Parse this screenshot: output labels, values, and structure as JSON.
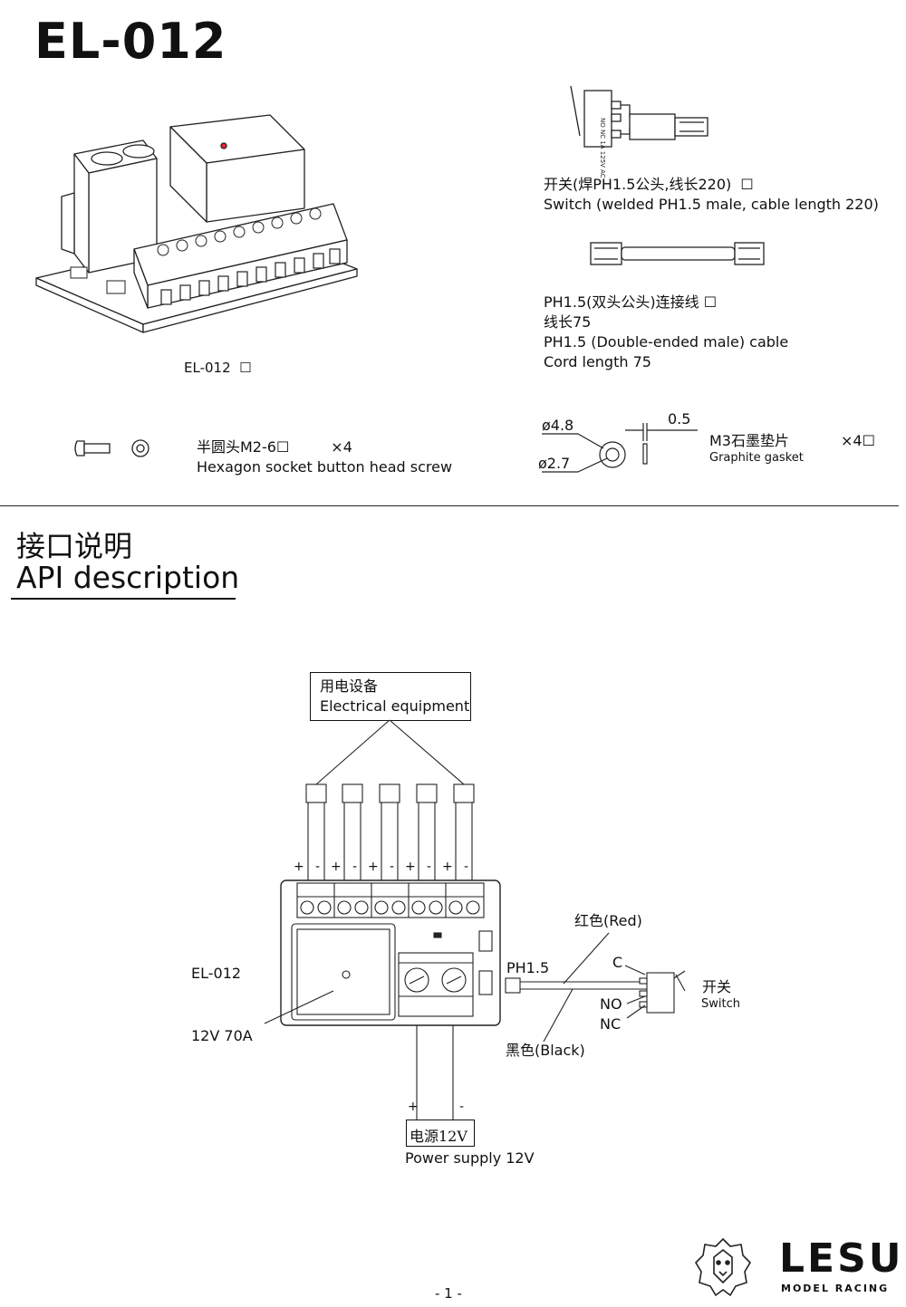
{
  "header": {
    "model_title": "EL-012"
  },
  "parts": {
    "module_label": "EL-012",
    "module_checkbox": "☐",
    "switch_cn": "开关(焊PH1.5公头,线长220)",
    "switch_checkbox": "☐",
    "switch_en": "Switch (welded PH1.5 male, cable length 220)",
    "cable_cn": "PH1.5(双头公头)连接线",
    "cable_checkbox": "☐",
    "cable_len_cn": "线长75",
    "cable_en": "PH1.5 (Double-ended male) cable",
    "cable_len_en": "Cord length 75",
    "screw_cn": "半圆头M2-6☐",
    "screw_qty": "×4",
    "screw_en": "Hexagon socket button head screw",
    "gasket_dim_outer": "ø4.8",
    "gasket_dim_inner": "ø2.7",
    "gasket_thickness": "0.5",
    "gasket_cn": "M3石墨垫片",
    "gasket_qty": "×4☐",
    "gasket_en": "Graphite gasket"
  },
  "section": {
    "title_cn": "接口说明",
    "title_en": "API description"
  },
  "diagram": {
    "equipment_cn": "用电设备",
    "equipment_en": "Electrical equipment",
    "terminal_polarity": [
      "+",
      "-",
      "+",
      "-",
      "+",
      "-",
      "+",
      "-",
      "+",
      "-"
    ],
    "module_label": "EL-012",
    "relay_label": "12V 70A",
    "connector_label": "PH1.5",
    "wire_red": "红色(Red)",
    "wire_black": "黑色(Black)",
    "pin_c": "C",
    "pin_no": "NO",
    "pin_nc": "NC",
    "switch_cn": "开关",
    "switch_en": "Switch",
    "power_plus": "+",
    "power_minus": "-",
    "power_cn": "电源12V",
    "power_en": "Power supply 12V"
  },
  "footer": {
    "page_number": "- 1 -",
    "brand": "LESU",
    "brand_sub": "MODEL RACING"
  }
}
